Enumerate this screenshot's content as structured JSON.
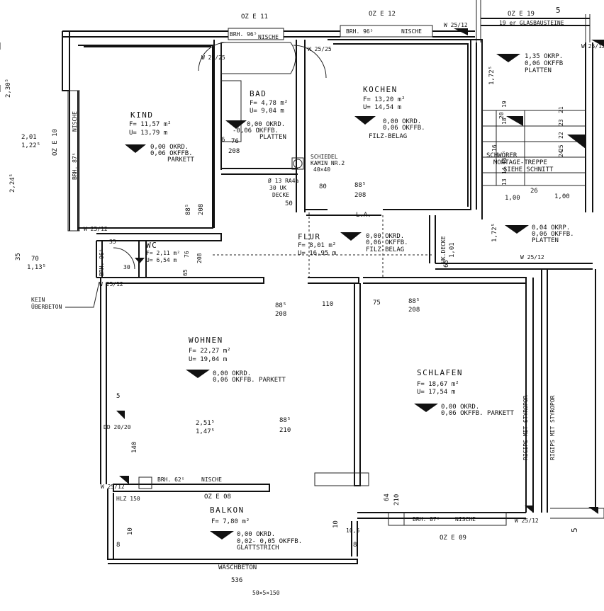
{
  "rooms": {
    "kind": {
      "name": "KIND",
      "area": "F= 11,57 m²",
      "perimeter": "U= 13,79 m",
      "level": "0,00 OKRD.",
      "finish1": "0,06 OKFFB.",
      "finish2": "PARKETT"
    },
    "bad": {
      "name": "BAD",
      "area": "F= 4,78 m²",
      "perimeter": "U= 9,04 m",
      "level": "0,00 OKRD.",
      "finish1": "-0,06 OKFFB.",
      "finish2": "PLATTEN"
    },
    "kochen": {
      "name": "KOCHEN",
      "area": "F= 13,20 m²",
      "perimeter": "U= 14,54 m",
      "level": "0,00 OKRD.",
      "finish1": "0,06 OKFFB.",
      "finish2": "FILZ-BELAG"
    },
    "flur": {
      "name": "FLUR",
      "area": "F= 8,01 m²",
      "perimeter": "U= 16,95 m",
      "level": "0,00 OKRD.",
      "finish1": "0,06 OKFFB.",
      "finish2": "FILZ-BELAG"
    },
    "wc": {
      "name": "WC",
      "area": "F= 2,11 m²",
      "perimeter": "U= 6,54 m"
    },
    "wohnen": {
      "name": "WOHNEN",
      "area": "F= 22,27 m²",
      "perimeter": "U= 19,04 m",
      "level": "0,00 OKRD.",
      "finish": "0,06 OKFFB. PARKETT"
    },
    "schlafen": {
      "name": "SCHLAFEN",
      "area": "F= 18,67 m²",
      "perimeter": "U= 17,54 m",
      "level": "0,00 OKRD.",
      "finish": "0,06 OKFFB. PARKETT"
    },
    "balkon": {
      "name": "BALKON",
      "area": "F= 7,80 m²",
      "level": "0,00 OKRD.",
      "finish1": "0,02- 0,05 OKFFB.",
      "finish2": "GLATTSTRICH"
    },
    "stair_top": {
      "level": "1,35 OKRP.",
      "finish1": "0,06 OKFFB",
      "finish2": "PLATTEN"
    },
    "stair_bottom": {
      "level": "0,04 OKRP.",
      "finish1": "0,06 OKFFB.",
      "finish2": "PLATTEN"
    }
  },
  "labels": {
    "oze11": "OZ E 11",
    "oze12": "OZ E 12",
    "oze19": "OZ E 19",
    "oze10": "OZ E 10",
    "oze08": "OZ E 08",
    "oze09": "OZ E 09",
    "glassbricks": "19 er GLASBAUSTEINE",
    "brh965_a": "BRH. 96⁵",
    "brh965_b": "BRH. 96⁵",
    "brh875_a": "BRH. 87⁵",
    "brh875_b": "BRH. 87⁵",
    "brh625": "BRH. 62⁵",
    "brh965_wc": "BRH. 96⁵",
    "nische_a": "NISCHE",
    "nische_b": "NISCHE",
    "nische_c": "NISCHE",
    "nische_d": "NISCHE",
    "nische_e": "NISCHE",
    "w2525_a": "W 25/25",
    "w2525_b": "W 25/25",
    "w2512_a": "W 25/12",
    "w2512_b": "W 25/12",
    "w2512_c": "W 25/12",
    "w2512_d": "W 25/12",
    "w2512_e": "W 25/12",
    "w2512_f": "W 25/12",
    "w2512_g": "W 25/12",
    "schiedel1": "SCHIEDEL",
    "schiedel2": "KAMIN NR.2",
    "schiedel3": "40×40",
    "pipe1": "Ø 13 RA4a",
    "pipe2": "30 UK",
    "pipe3": "DECKE",
    "stair1": "SCHWÖRER",
    "stair2": "MONTAGE-TREPPE",
    "stair3": "SIEHE SCHNITT",
    "kein1": "KEIN",
    "kein2": "ÜBERBETON",
    "ukdecke": "UK.DECKE",
    "la": "L.A.",
    "rigips1": "RIGIPS MIT STYROPOR",
    "rigips2": "RIGIPS MIT STYROPOR",
    "waschbeton": "WASCHBETON",
    "curb": "50×5×150",
    "dd": "DD 20/20",
    "hlz": "HLZ 150",
    "section5a": "5",
    "section5b": "5"
  },
  "dims": {
    "d2305": "2,30⁵",
    "d201": "2,01",
    "d1225": "1,22⁵",
    "d2245": "2,24⁵",
    "d35": "35",
    "d70": "70",
    "d1135": "1,13⁵",
    "d885_kind": "88⁵",
    "d208_kind": "208",
    "d76": "76",
    "d208_bad": "208",
    "d6": "6",
    "d80": "80",
    "d50": "50",
    "d885_k": "88⁵",
    "d208_k": "208",
    "d1725_a": "1,72⁵",
    "d1725_b": "1,72⁵",
    "d100_a": "1,00",
    "d100_b": "1,00",
    "d26": "26",
    "d101": "1,01",
    "d65": "65",
    "d885_w": "88⁵",
    "d208_w": "208",
    "d110": "110",
    "d75": "75",
    "d885_s": "88⁵",
    "d208_s": "208",
    "d2515": "2,51⁵",
    "d1475": "1,47⁵",
    "d885_b": "88⁵",
    "d210_b": "210",
    "d140": "140",
    "d5": "5",
    "d64": "64",
    "d210_c": "210",
    "d536": "536",
    "d10a": "10",
    "d10b": "10",
    "d8a": "8",
    "d8b": "8",
    "d105": "10,5",
    "wc76": "76",
    "wc208": "208",
    "wc35": "35",
    "wc30": "30",
    "wc65": "65",
    "s18": "18",
    "s19": "19",
    "s20": "20",
    "s21": "21",
    "s22": "22",
    "s23": "23",
    "s24": "24",
    "s25": "25",
    "s13": "13",
    "s14": "14",
    "s15": "15",
    "s16": "16"
  }
}
